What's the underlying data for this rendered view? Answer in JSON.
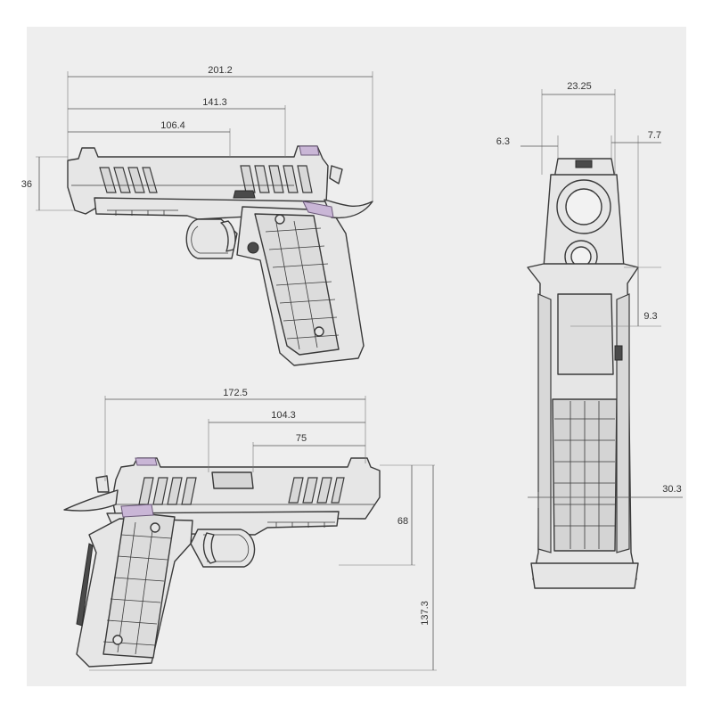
{
  "colors": {
    "sheet_background": "#eeeeee",
    "line": "#3a3a3a",
    "accent": "#c9b6d6"
  },
  "views": {
    "left_side": {
      "dimensions": {
        "overall_length": "201.2",
        "mid_length": "141.3",
        "short_length": "106.4",
        "height": "36"
      }
    },
    "right_side": {
      "dimensions": {
        "overall_length": "172.5",
        "mid_length": "104.3",
        "short_length": "75",
        "slide_height": "68",
        "overall_height": "137.3"
      }
    },
    "rear": {
      "dimensions": {
        "width": "23.25",
        "left_offset": "6.3",
        "right_offset": "7.7",
        "side_depth": "9.3",
        "grip_width": "30.3"
      }
    }
  }
}
